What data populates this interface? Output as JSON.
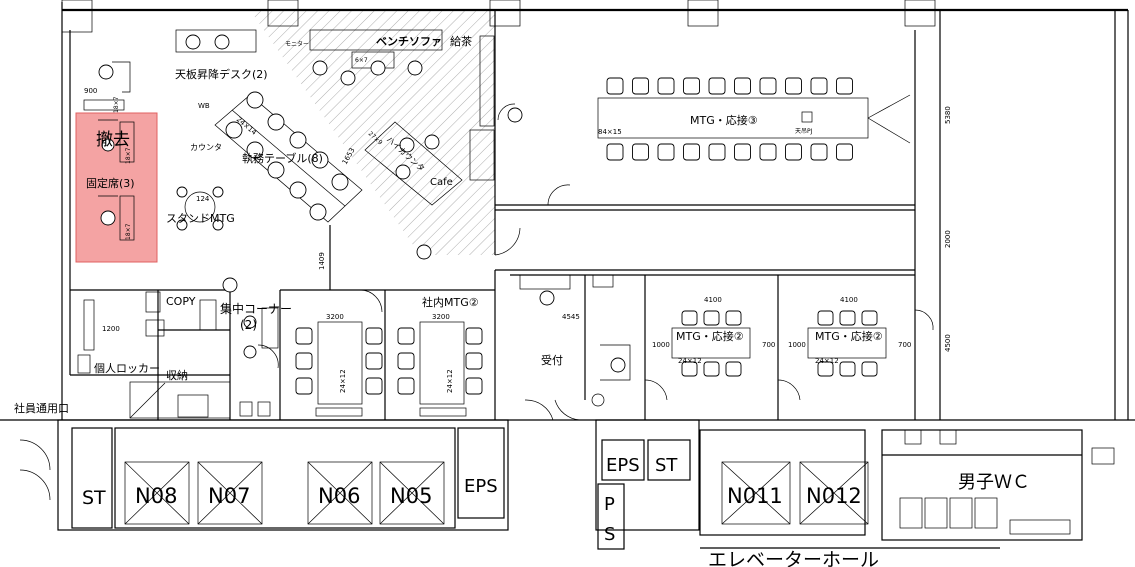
{
  "labels": {
    "removed": "撤去",
    "fixed_seats": "固定席(3)",
    "adjustable_desk": "天板昇降デスク(2)",
    "bench_sofa": "ベンチソファ",
    "pantry": "給茶",
    "office_table": "執務テーブル(8)",
    "standing_mtg": "スタンドMTG",
    "cafe": "Cafe",
    "high_counter": "ハイカウンタ",
    "counter": "カウンタ",
    "wb": "WB",
    "monitor": "モニター",
    "mtg_reception_3": "MTG・応接③",
    "pj": "天吊PJ",
    "copy": "COPY",
    "focus_corner": "集中コーナー",
    "focus_corner_count": "(2)",
    "internal_mtg_2": "社内MTG②",
    "reception": "受付",
    "mtg_reception_2a": "MTG・応接②",
    "mtg_reception_2b": "MTG・応接②",
    "lockers": "個人ロッカー",
    "storage": "収納",
    "employee_entrance": "社員通用口",
    "st_left": "ST",
    "eps_left": "EPS",
    "eps_center": "EPS",
    "st_center": "ST",
    "ps_p": "P",
    "ps_s": "S",
    "mens_wc": "男子ＷＣ",
    "elevator_hall": "エレベーターホール"
  },
  "elevators": [
    "N08",
    "N07",
    "N06",
    "N05",
    "N011",
    "N012"
  ],
  "dimensions": {
    "d900": "900",
    "d1200": "1200",
    "d1409": "1409",
    "d1653": "1653",
    "d3200a": "3200",
    "d3200b": "3200",
    "d4545": "4545",
    "d4100a": "4100",
    "d4100b": "4100",
    "d5380": "5380",
    "d2000": "2000",
    "d4500": "4500",
    "d1000a": "1000",
    "d1000b": "1000",
    "d700a": "700",
    "d700b": "700",
    "t84x15": "84×15",
    "t24x12a": "24×12",
    "t24x12b": "24×12",
    "t24x12c": "24×12",
    "t24x12d": "24×12",
    "t124": "124",
    "t24x14": "24×14",
    "t18x7a": "18×7",
    "t18x7b": "18×7",
    "t18x7c": "18×7",
    "t6x7": "6×7",
    "t27x9": "27×9"
  },
  "colors": {
    "highlight_fill": "#f4a3a3",
    "highlight_stroke": "#e06060",
    "line": "#000000"
  }
}
